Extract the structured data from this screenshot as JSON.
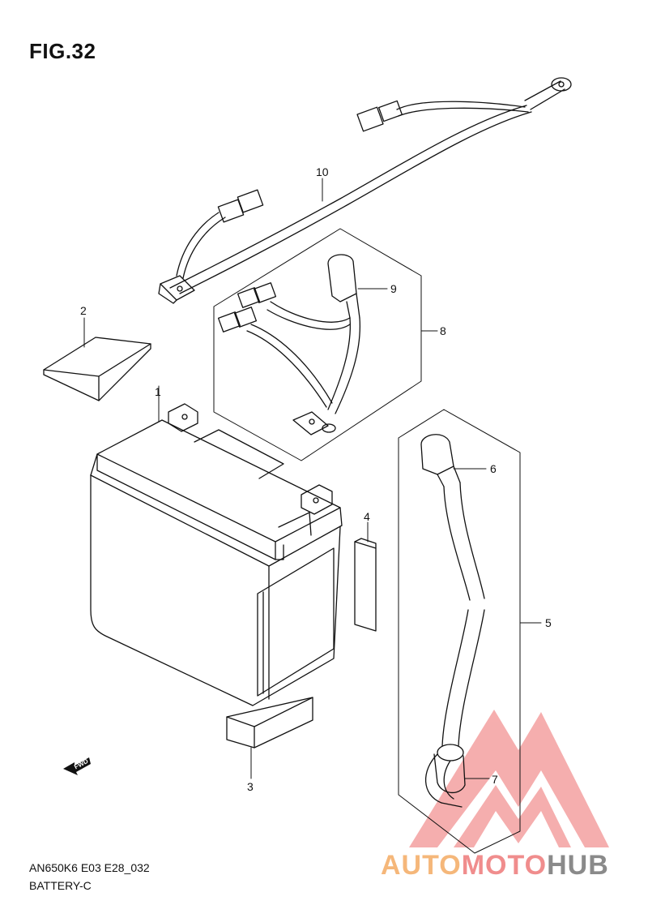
{
  "figure": {
    "title": "FIG.32"
  },
  "callouts": [
    {
      "id": "1",
      "label": "1"
    },
    {
      "id": "2",
      "label": "2"
    },
    {
      "id": "3",
      "label": "3"
    },
    {
      "id": "4",
      "label": "4"
    },
    {
      "id": "5",
      "label": "5"
    },
    {
      "id": "6",
      "label": "6"
    },
    {
      "id": "7",
      "label": "7"
    },
    {
      "id": "8",
      "label": "8"
    },
    {
      "id": "9",
      "label": "9"
    },
    {
      "id": "10",
      "label": "10"
    }
  ],
  "fwd_label": "FWD",
  "footer": {
    "model_code": "AN650K6 E03 E28_032",
    "section_name": "BATTERY-C"
  },
  "watermark": {
    "part1": "AUTO",
    "part2": "MOTO",
    "part3": "HUB",
    "colors": {
      "orange": "#f5b77a",
      "red": "#f08d8d",
      "gray": "#8a8a8a"
    }
  }
}
